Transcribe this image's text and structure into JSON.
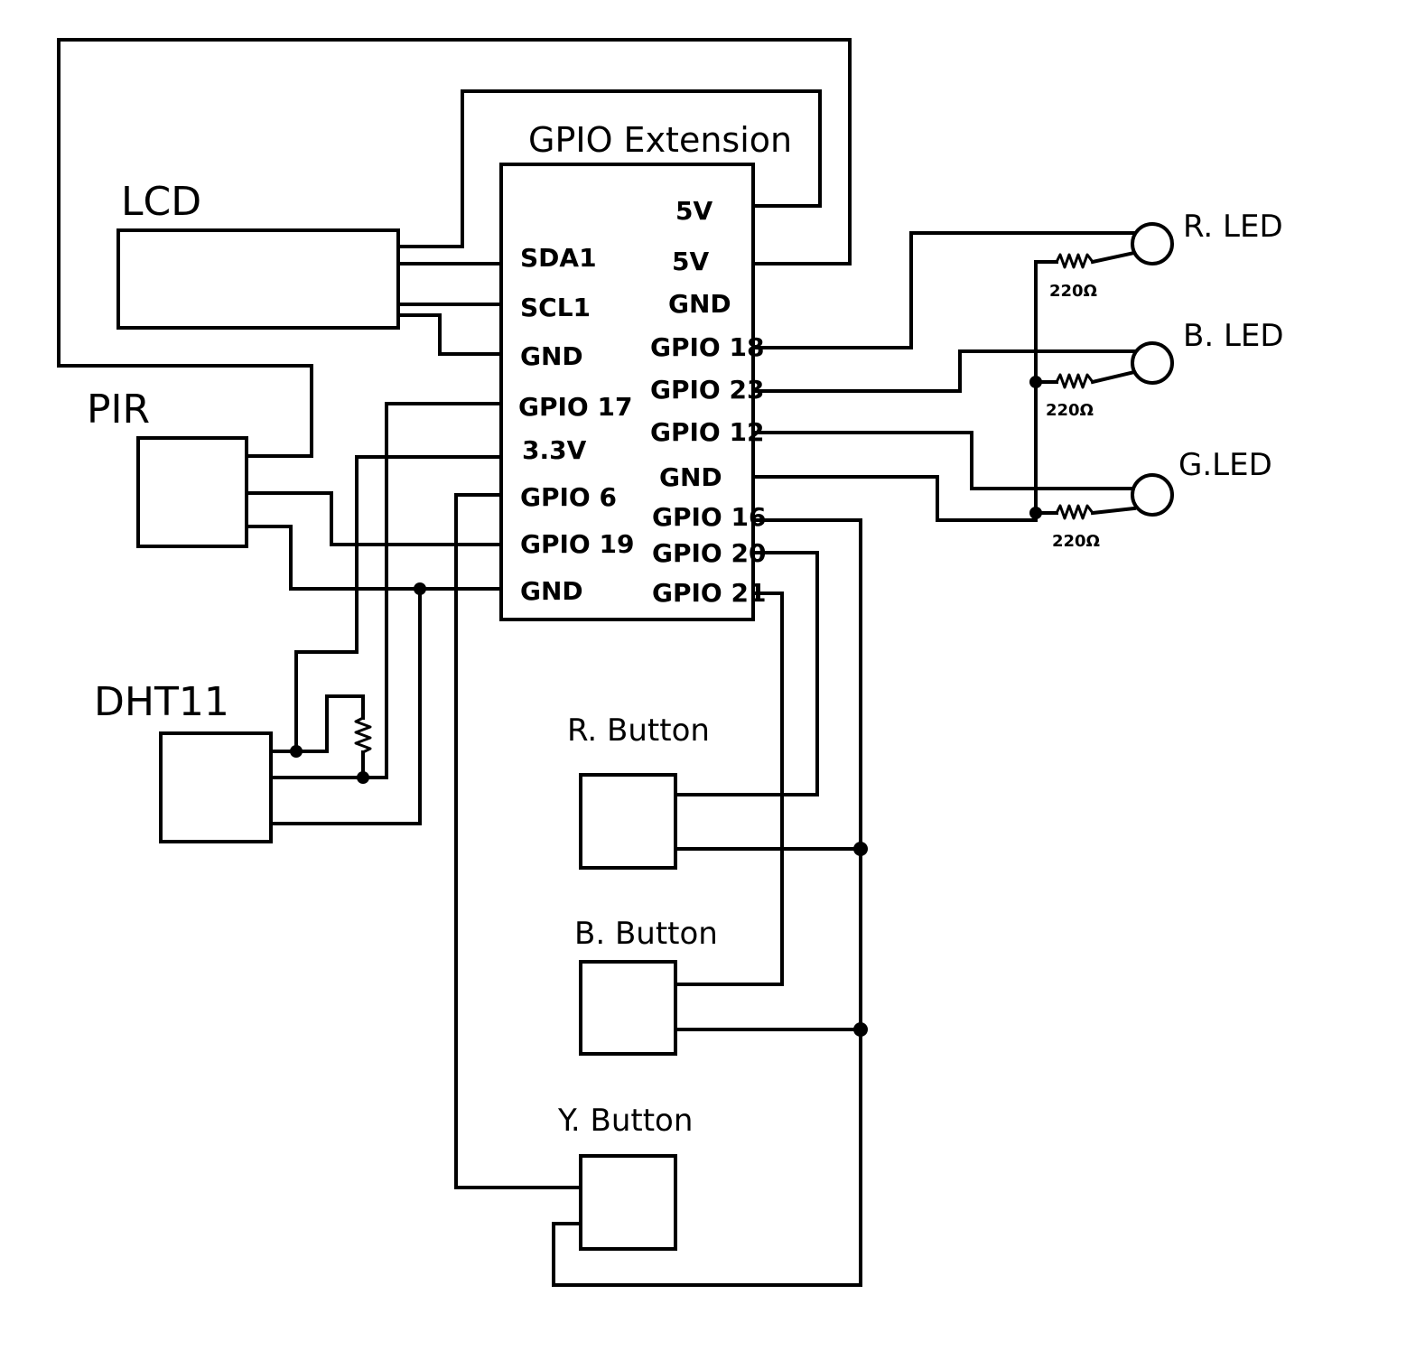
{
  "gpio": {
    "title": "GPIO Extension",
    "left_pins": [
      "SDA1",
      "SCL1",
      "GND",
      "GPIO 17",
      "3.3V",
      "GPIO 6",
      "GPIO 19",
      "GND"
    ],
    "right_pins": [
      "5V",
      "5V",
      "GND",
      "GPIO 18",
      "GPIO 23",
      "GPIO 12",
      "GND",
      "GPIO 16",
      "GPIO 20",
      "GPIO 21"
    ]
  },
  "components": {
    "lcd": "LCD",
    "pir": "PIR",
    "dht11": "DHT11",
    "r_led": "R. LED",
    "b_led": "B. LED",
    "g_led": "G.LED",
    "r_button": "R. Button",
    "b_button": "B. Button",
    "y_button": "Y. Button"
  },
  "resistors": {
    "r_led": "220Ω",
    "b_led": "220Ω",
    "g_led": "220Ω"
  }
}
